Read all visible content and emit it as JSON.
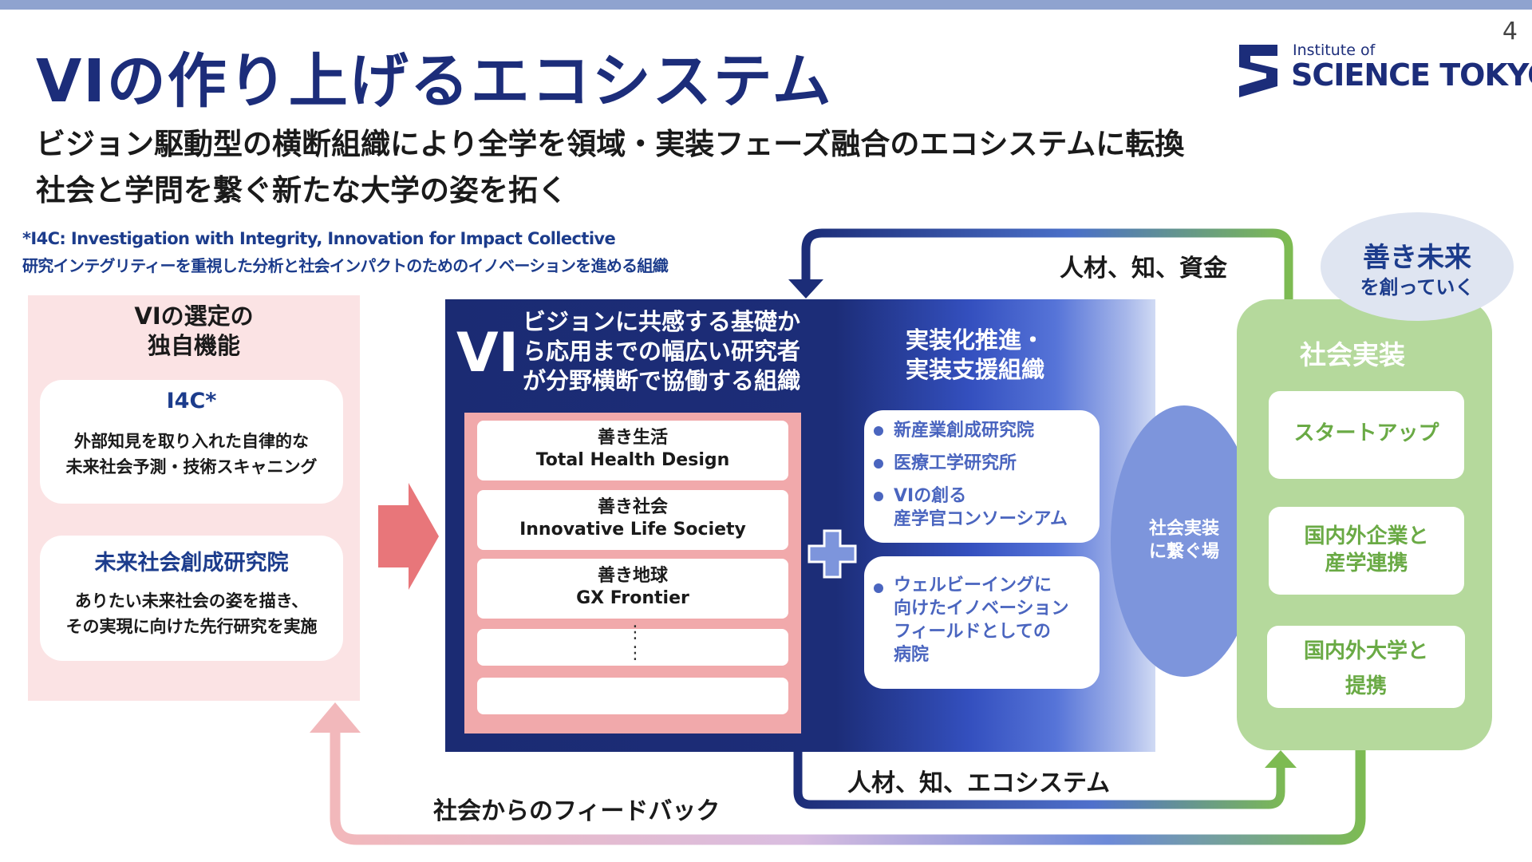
{
  "header": {
    "title": "VIの作り上げるエコシステム",
    "subtitle_line1": "ビジョン駆動型の横断組織により全学を領域・実装フェーズ融合のエコシステムに転換",
    "subtitle_line2": "社会と学問を繋ぐ新たな大学の姿を拓く",
    "page_number": "4"
  },
  "logo": {
    "line1": "Institute of",
    "line2": "SCIENCE TOKYO"
  },
  "note": {
    "line1": "*I4C: Investigation with Integrity, Innovation for Impact Collective",
    "line2": "研究インテグリティーを重視した分析と社会インパクトのためのイノベーションを進める組織"
  },
  "left_panel": {
    "heading_line1": "VIの選定の",
    "heading_line2": "独自機能",
    "card1": {
      "title": "I4C*",
      "line1": "外部知見を取り入れた自律的な",
      "line2": "未来社会予測・技術スキャニング"
    },
    "card2": {
      "title": "未来社会創成研究院",
      "line1": "ありたい未来社会の姿を描き、",
      "line2": "その実現に向けた先行研究を実施"
    }
  },
  "vi_panel": {
    "label": "VI",
    "desc_line1": "ビジョンに共感する基礎か",
    "desc_line2": "ら応用までの幅広い研究者",
    "desc_line3": "が分野横断で協働する組織",
    "items": [
      {
        "line1": "善き生活",
        "line2": "Total Health Design"
      },
      {
        "line1": "善き社会",
        "line2": "Innovative Life Society"
      },
      {
        "line1": "善き地球",
        "line2": "GX Frontier"
      }
    ],
    "dots": "⋮"
  },
  "support": {
    "heading_line1": "実装化推進・",
    "heading_line2": "実装支援組織",
    "card1": {
      "item1": "新産業創成研究院",
      "item2": "医療工学研究所",
      "item3_line1": "VIの創る",
      "item3_line2": "産学官コンソーシアム"
    },
    "card2": {
      "line1": "ウェルビーイングに",
      "line2": "向けたイノベーション",
      "line3": "フィールドとしての",
      "line4": "病院"
    }
  },
  "bridge": {
    "line1": "社会実装",
    "line2": "に繋ぐ場"
  },
  "right_panel": {
    "heading": "社会実装",
    "card1": "スタートアップ",
    "card2_line1": "国内外企業と",
    "card2_line2": "産学連携",
    "card3_line1": "国内外大学と",
    "card3_line2": "提携"
  },
  "bubble": {
    "line1": "善き未来",
    "line2": "を創っていく"
  },
  "flows": {
    "top_label": "人材、知、資金",
    "bottom_label": "人材、知、エコシステム",
    "feedback_label": "社会からのフィードバック"
  },
  "colors": {
    "navy": "#1c2d7a",
    "pink": "#fbe3e4",
    "salmon": "#e8767a",
    "green": "#b5d99c",
    "green_text": "#6aaa45",
    "blue_mid": "#7d95dc"
  }
}
